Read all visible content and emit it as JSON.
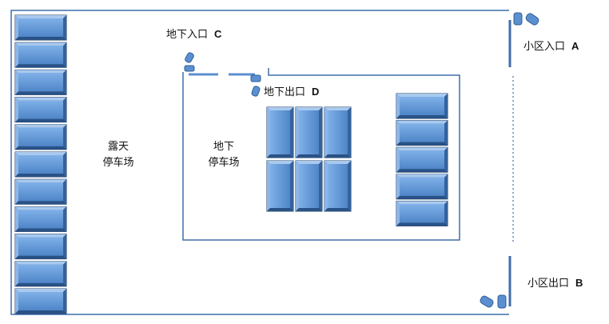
{
  "labels": {
    "underground_entrance": {
      "text": "地下入口",
      "code": "C"
    },
    "underground_exit": {
      "text": "地下出口",
      "code": "D"
    },
    "community_entrance": {
      "text": "小区入口",
      "code": "A"
    },
    "community_exit": {
      "text": "小区出口",
      "code": "B"
    },
    "open_air_parking": {
      "line1": "露天",
      "line2": "停车场"
    },
    "underground_parking": {
      "line1": "地下",
      "line2": "停车场"
    }
  },
  "colors": {
    "outline": "#3f6fa8",
    "slot_fill": "#5b8fd0",
    "slot_light": "#9dc0ea",
    "slot_dark": "#2f5f98",
    "slot_border": "#1f3f66"
  }
}
